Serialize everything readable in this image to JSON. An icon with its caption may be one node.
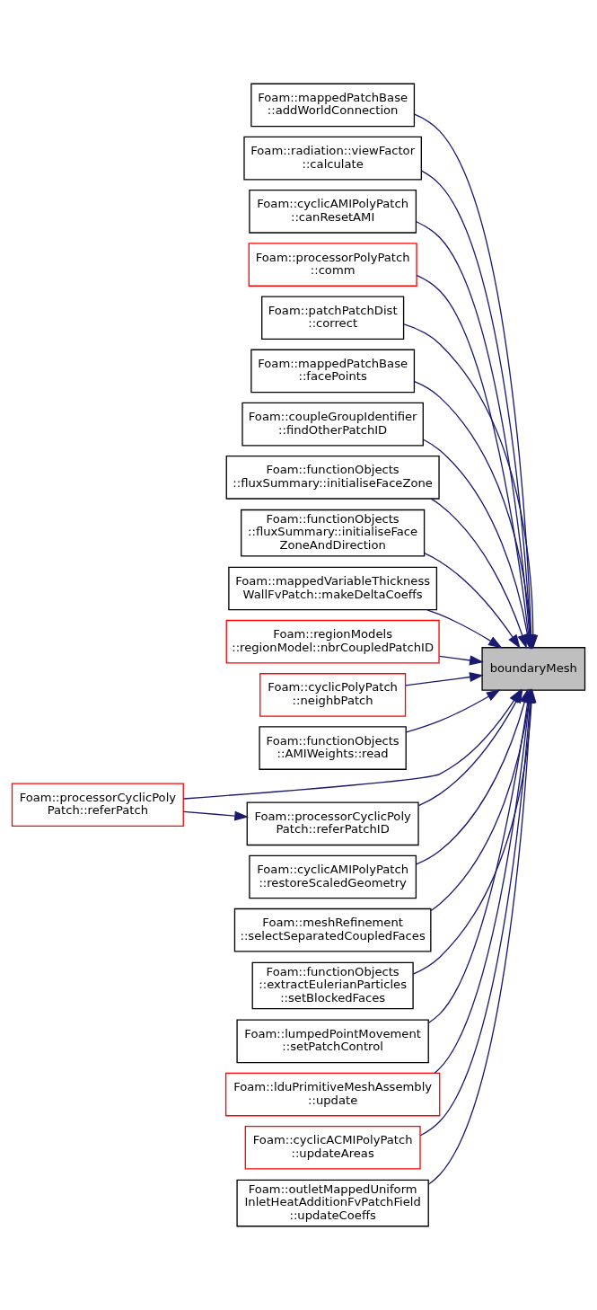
{
  "diagram": {
    "nodes": [
      {
        "text": [
          "Foam::mappedPatchBase ::addWorldConnection"
        ]
      },
      {
        "text": [
          "Foam::radiation::viewFactor ::calculate"
        ]
      },
      {
        "text": [
          "Foam::cyclicAMIPolyPatch ::canResetAMI"
        ]
      },
      {
        "text": [
          "Foam::processorPolyPatch ::comm"
        ]
      },
      {
        "text": [
          "Foam::patchPatchDist ::correct"
        ]
      },
      {
        "text": [
          "Foam::mappedPatchBase ::facePoints"
        ]
      },
      {
        "text": [
          "Foam::coupleGroupIdentifier ::findOtherPatchID"
        ]
      },
      {
        "text": [
          "Foam::functionObjects ::fluxSummary::initialiseFaceZone"
        ]
      },
      {
        "text": [
          "Foam::functionObjects ::fluxSummary::initialiseFace ZoneAndDirection"
        ]
      },
      {
        "text": [
          "Foam::mappedVariableThickness WallFvPatch::makeDeltaCoeffs"
        ]
      },
      {
        "text": [
          "Foam::regionModels ::regionModel::nbrCoupledPatchID"
        ]
      },
      {
        "text": [
          "boundaryMesh"
        ]
      },
      {
        "text": [
          "Foam::cyclicPolyPatch ::neighbPatch"
        ]
      },
      {
        "text": [
          "Foam::functionObjects ::AMIWeights::read"
        ]
      },
      {
        "text": [
          "Foam::processorCyclicPoly Patch::referPatch"
        ]
      },
      {
        "text": [
          "Foam::processorCyclicPoly Patch::referPatchID"
        ]
      },
      {
        "text": [
          "Foam::cyclicAMIPolyPatch ::restoreScaledGeometry"
        ]
      },
      {
        "text": [
          "Foam::meshRefinement ::selectSeparatedCoupledFaces"
        ]
      },
      {
        "text": [
          "Foam::functionObjects ::extractEulerianParticles ::setBlockedFaces"
        ]
      },
      {
        "text": [
          "Foam::lumpedPointMovement ::setPatchControl"
        ]
      },
      {
        "text": [
          "Foam::lduPrimitiveMeshAssembly ::update"
        ]
      },
      {
        "text": [
          "Foam::cyclicACMIPolyPatch ::updateAreas"
        ]
      },
      {
        "text": [
          "Foam::outletMappedUniform InletHeatAdditionFvPatchField ::updateCoeffs"
        ]
      }
    ],
    "edges": [
      {
        "from": 0,
        "to": 11,
        "arrow": "to"
      },
      {
        "from": 1,
        "to": 11,
        "arrow": "to"
      },
      {
        "from": 2,
        "to": 11,
        "arrow": "to"
      },
      {
        "from": 3,
        "to": 11,
        "arrow": "to"
      },
      {
        "from": 4,
        "to": 11,
        "arrow": "to"
      },
      {
        "from": 5,
        "to": 11,
        "arrow": "to"
      },
      {
        "from": 6,
        "to": 11,
        "arrow": "to"
      },
      {
        "from": 7,
        "to": 11,
        "arrow": "to"
      },
      {
        "from": 8,
        "to": 11,
        "arrow": "to"
      },
      {
        "from": 9,
        "to": 11,
        "arrow": "to"
      },
      {
        "from": 10,
        "to": 11,
        "arrow": "to"
      },
      {
        "from": 12,
        "to": 11,
        "arrow": "to"
      },
      {
        "from": 13,
        "to": 11,
        "arrow": "to"
      },
      {
        "from": 14,
        "to": 11,
        "arrow": "to"
      },
      {
        "from": 14,
        "to": 15,
        "arrow": "to"
      },
      {
        "from": 15,
        "to": 11,
        "arrow": "to"
      },
      {
        "from": 16,
        "to": 11,
        "arrow": "to"
      },
      {
        "from": 17,
        "to": 11,
        "arrow": "to"
      },
      {
        "from": 18,
        "to": 11,
        "arrow": "to"
      },
      {
        "from": 19,
        "to": 11,
        "arrow": "to"
      },
      {
        "from": 20,
        "to": 11,
        "arrow": "to"
      },
      {
        "from": 21,
        "to": 11,
        "arrow": "to"
      },
      {
        "from": 22,
        "to": 11,
        "arrow": "to"
      }
    ]
  }
}
